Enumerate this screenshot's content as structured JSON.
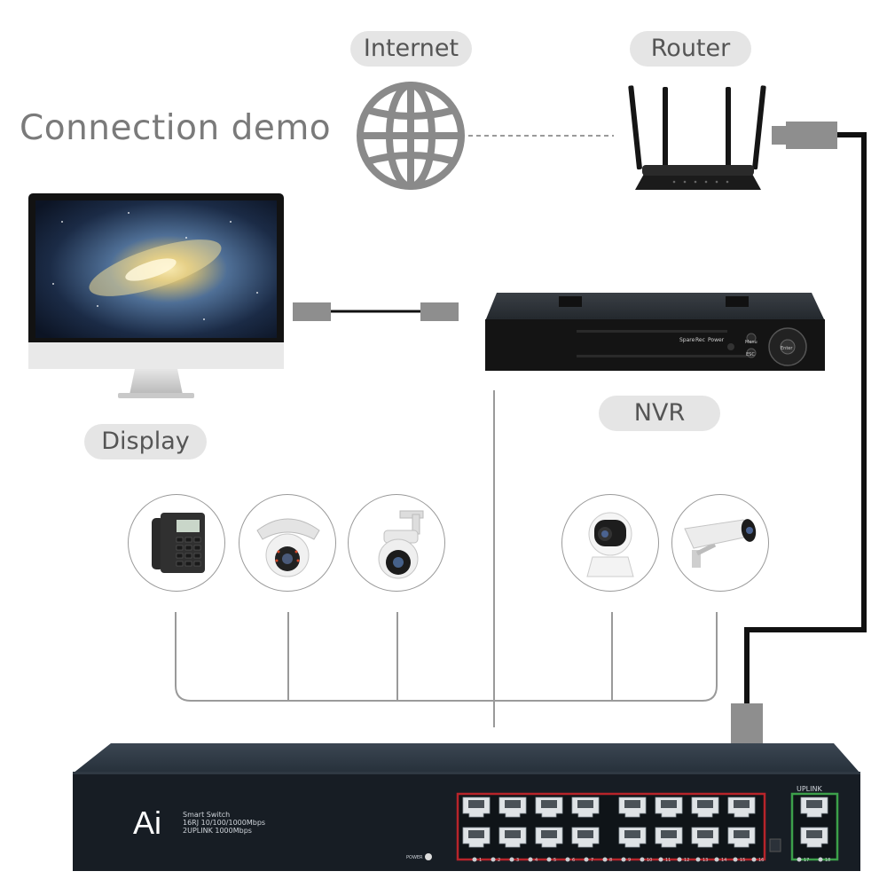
{
  "title": "Connection demo",
  "labels": {
    "internet": "Internet",
    "router": "Router",
    "display": "Display",
    "nvr": "NVR"
  },
  "nvr_panel": {
    "spare": "Spare",
    "rec": "Rec",
    "power": "Power",
    "menu": "Menu",
    "esc": "ESC",
    "enter": "Enter"
  },
  "switch": {
    "logo": "Ai",
    "line1": "Smart Switch",
    "line2": "16RJ 10/100/1000Mbps",
    "line3": "2UPLINK 1000Mbps",
    "uplink": "UPLINK",
    "power": "POWER",
    "port_labels": [
      "1",
      "2",
      "3",
      "4",
      "5",
      "6",
      "7",
      "8",
      "9",
      "10",
      "11",
      "12",
      "13",
      "14",
      "15",
      "16"
    ],
    "uplink_port_labels": [
      "17",
      "18"
    ]
  },
  "colors": {
    "pill_bg": "#e5e5e5",
    "cable_gray": "#9a9a9a",
    "cable_black": "#111111",
    "connector": "#8e8e8e",
    "device_body": "#1c2228",
    "poe_outline": "#b8242a",
    "uplink_outline": "#3ca04a"
  },
  "devices": {
    "poe_devices": [
      "phone-icon",
      "dome-camera-icon",
      "ptz-camera-icon",
      "indoor-camera-icon",
      "bullet-camera-icon"
    ]
  }
}
